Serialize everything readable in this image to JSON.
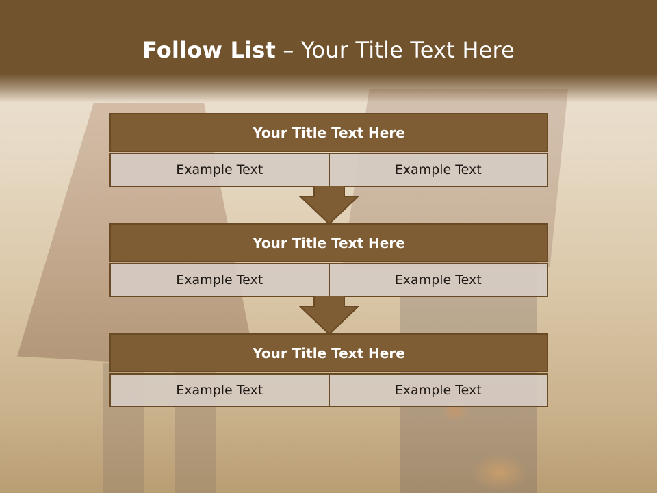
{
  "slide": {
    "title_bold": "Follow List",
    "title_rest": "– Your Title Text Here"
  },
  "blocks": [
    {
      "title": "Your Title Text Here",
      "left": "Example Text",
      "right": "Example Text"
    },
    {
      "title": "Your Title Text Here",
      "left": "Example Text",
      "right": "Example Text"
    },
    {
      "title": "Your Title Text Here",
      "left": "Example Text",
      "right": "Example Text"
    }
  ],
  "colors": {
    "header_brown": "#71532e",
    "block_brown": "#7f5d34",
    "cell_fill": "#d6cbc2",
    "arrow": "#7f5d34"
  },
  "icons": [
    "down-arrow-icon",
    "down-arrow-icon"
  ]
}
